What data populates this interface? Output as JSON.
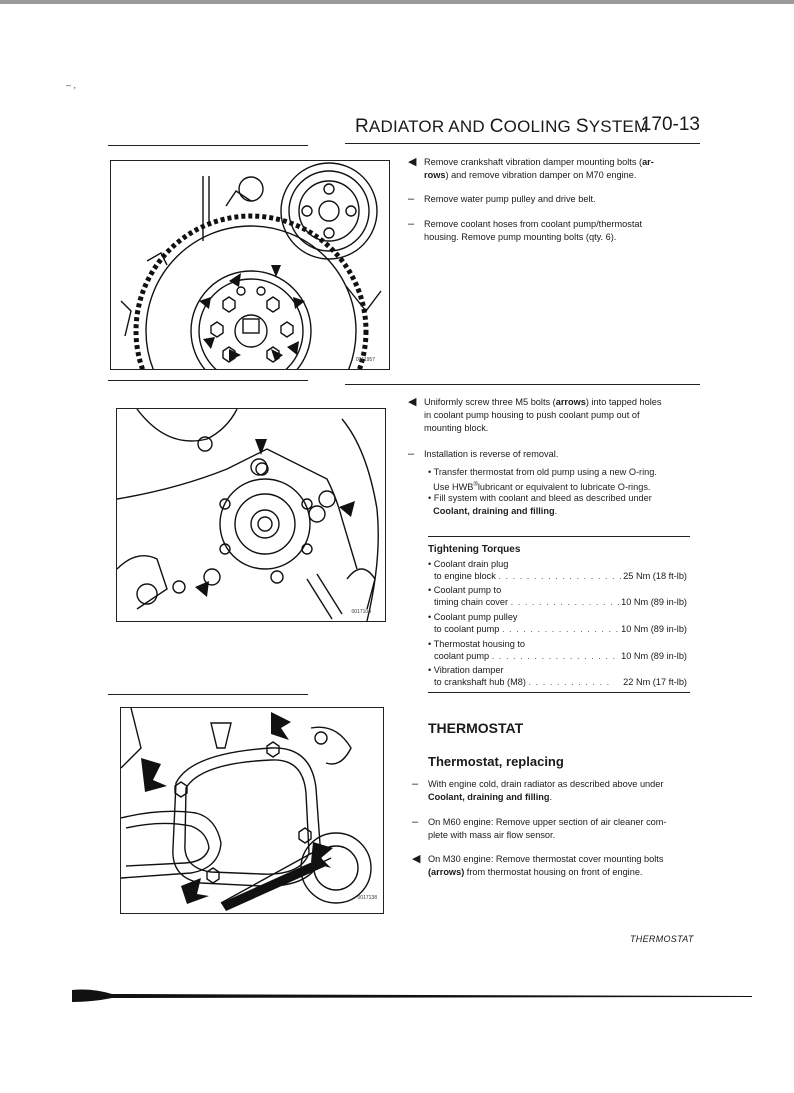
{
  "page": {
    "corner_mark": "– ,",
    "header_title_a": "R",
    "header_title_b": "ADIATOR AND ",
    "header_title_c": "C",
    "header_title_d": "OOLING ",
    "header_title_e": "S",
    "header_title_f": "YSTEM",
    "page_number": "170-13",
    "footer": "THERMOSTAT"
  },
  "figures": [
    {
      "id": "0011957"
    },
    {
      "id": "0017104"
    },
    {
      "id": "0017138"
    }
  ],
  "block1": {
    "b1_a": "Remove crankshaft vibration damper mounting bolts (",
    "b1_b": "ar-",
    "b1_c": "rows",
    "b1_d": ") and remove vibration damper on M70 engine.",
    "b2": "Remove water pump pulley and drive belt.",
    "b3_a": "Remove coolant hoses from coolant pump/thermostat",
    "b3_b": "housing. Remove pump mounting bolts (qty. 6)."
  },
  "block2": {
    "b1_a": "Uniformly screw three M5 bolts (",
    "b1_b": "arrows",
    "b1_c": ") into tapped holes",
    "b1_d": "in coolant pump housing to push coolant pump out of",
    "b1_e": "mounting block.",
    "b2": "Installation is reverse of removal.",
    "s1_a": "• Transfer thermostat from old pump using a new O-ring.",
    "s1_b": "Use HWB",
    "s1_reg": "®",
    "s1_c": "lubricant or equivalent to lubricate O-rings.",
    "s2_a": "• Fill system with coolant and bleed as described under",
    "s2_b": "Coolant, draining and filling",
    "s2_c": "."
  },
  "torques": {
    "title": "Tightening Torques",
    "rows": [
      {
        "l1": "• Coolant drain plug",
        "l2": "to engine block",
        "dots": ". . . . . . . . . . . . . . . . . . .",
        "val": "25 Nm (18 ft-lb)"
      },
      {
        "l1": "• Coolant pump to",
        "l2": "timing chain cover",
        "dots": ". . . . . . . . . . . . . . . .",
        "val": "10 Nm (89 in-lb)"
      },
      {
        "l1": "• Coolant pump pulley",
        "l2": "to coolant pump",
        "dots": ". . . . . . . . . . . . . . . . .",
        "val": "10 Nm (89 in-lb)"
      },
      {
        "l1": "• Thermostat housing to",
        "l2": "coolant pump",
        "dots": ". . . . . . . . . . . . . . . . . .",
        "val": "10 Nm (89 in-lb)"
      },
      {
        "l1": "• Vibration damper",
        "l2": "to crankshaft hub (M8)",
        "dots": ". . . . . . . . . . . .",
        "val": "22 Nm (17 ft-lb)"
      }
    ]
  },
  "thermostat": {
    "heading": "THERMOSTAT",
    "subheading": "Thermostat, replacing",
    "b1_a": "With engine cold, drain radiator as described above under",
    "b1_b": "Coolant, draining and filling",
    "b1_c": ".",
    "b2_a": "On M60 engine: Remove upper section of air cleaner com-",
    "b2_b": "plete with mass air flow sensor.",
    "b3_a": "On M30 engine: Remove thermostat cover mounting bolts",
    "b3_b": "(arrows)",
    "b3_c": " from thermostat housing on front of engine."
  },
  "markers": {
    "dash": "–",
    "pointer": "◀"
  }
}
